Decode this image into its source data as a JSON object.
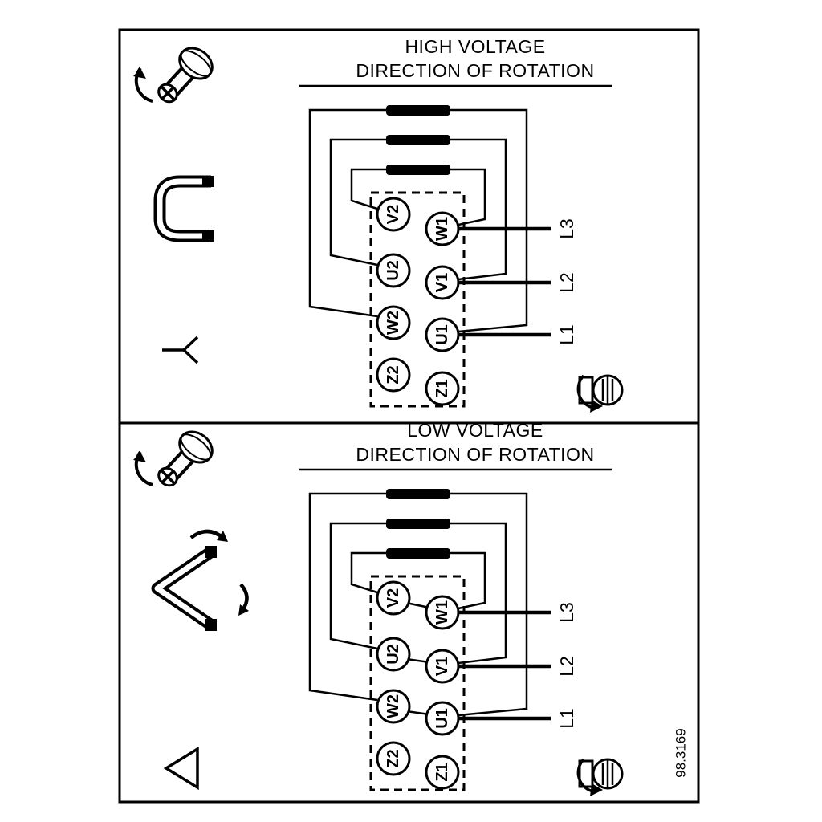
{
  "figure_number": "98.3169",
  "panels": [
    {
      "id": "high-voltage",
      "title_line1": "HIGH VOLTAGE",
      "title_line2": "DIRECTION OF ROTATION",
      "connection_symbol": "star",
      "terminals_left": [
        "V2",
        "U2",
        "W2",
        "Z2"
      ],
      "terminals_right": [
        "W1",
        "V1",
        "U1",
        "Z1"
      ],
      "supply_lines": [
        "L3",
        "L2",
        "L1"
      ],
      "icons": [
        "screw-rotation-icon",
        "jumper-bracket-icon",
        "star-symbol",
        "motor-rotation-icon"
      ]
    },
    {
      "id": "low-voltage",
      "title_line1": "LOW VOLTAGE",
      "title_line2": "DIRECTION OF ROTATION",
      "connection_symbol": "delta",
      "terminals_left": [
        "V2",
        "U2",
        "W2",
        "Z2"
      ],
      "terminals_right": [
        "W1",
        "V1",
        "U1",
        "Z1"
      ],
      "supply_lines": [
        "L3",
        "L2",
        "L1"
      ],
      "icons": [
        "screw-rotation-icon",
        "delta-link-arrows-icon",
        "delta-symbol",
        "motor-rotation-icon"
      ]
    }
  ]
}
